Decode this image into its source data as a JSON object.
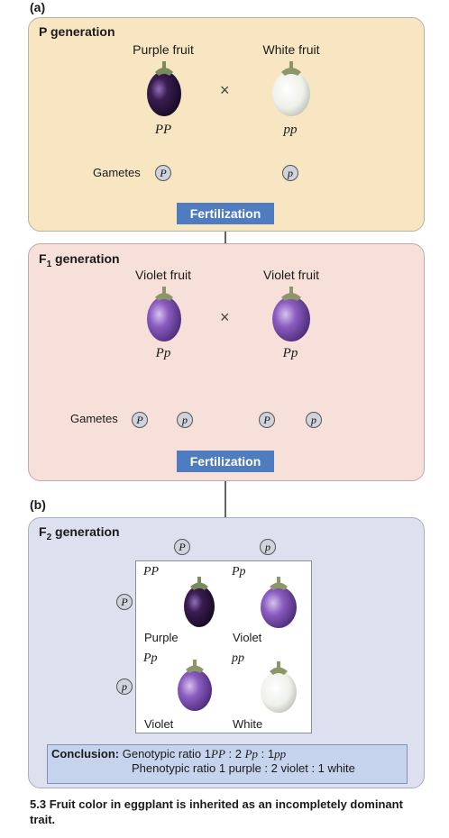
{
  "panel_a": "(a)",
  "panel_b": "(b)",
  "p_gen": {
    "title": "P generation",
    "left_label": "Purple fruit",
    "right_label": "White fruit",
    "left_geno": "PP",
    "right_geno": "pp",
    "times": "×",
    "gametes_label": "Gametes",
    "gamete_left": "P",
    "gamete_right": "p"
  },
  "fert1": "Fertilization",
  "f1_gen": {
    "title": "F",
    "title_sub": "1",
    "title_rest": " generation",
    "left_label": "Violet fruit",
    "right_label": "Violet fruit",
    "left_geno": "Pp",
    "right_geno": "Pp",
    "times": "×",
    "gametes_label": "Gametes",
    "gametes": [
      "P",
      "p",
      "P",
      "p"
    ]
  },
  "fert2": "Fertilization",
  "f2_gen": {
    "title": "F",
    "title_sub": "2",
    "title_rest": " generation",
    "col_gametes": [
      "P",
      "p"
    ],
    "row_gametes": [
      "P",
      "p"
    ],
    "cells": [
      {
        "geno": "PP",
        "pheno": "Purple"
      },
      {
        "geno": "Pp",
        "pheno": "Violet"
      },
      {
        "geno": "Pp",
        "pheno": "Violet"
      },
      {
        "geno": "pp",
        "pheno": "White"
      }
    ]
  },
  "conclusion": {
    "label": "Conclusion:",
    "line1_prefix": "Genotypic ratio 1",
    "g1": "PP",
    "g_sep1": " : 2 ",
    "g2": "Pp",
    "g_sep2": " : 1",
    "g3": "pp",
    "line2": "Phenotypic ratio 1 purple : 2 violet : 1 white"
  },
  "caption": {
    "number": "5.3",
    "text": "Fruit color in eggplant is inherited as an incompletely dominant trait."
  },
  "colors": {
    "purple": "#3a1d52",
    "violet": "#8a5cc0",
    "white": "#f2f3ee",
    "fertilization": "#4f7bbf"
  }
}
